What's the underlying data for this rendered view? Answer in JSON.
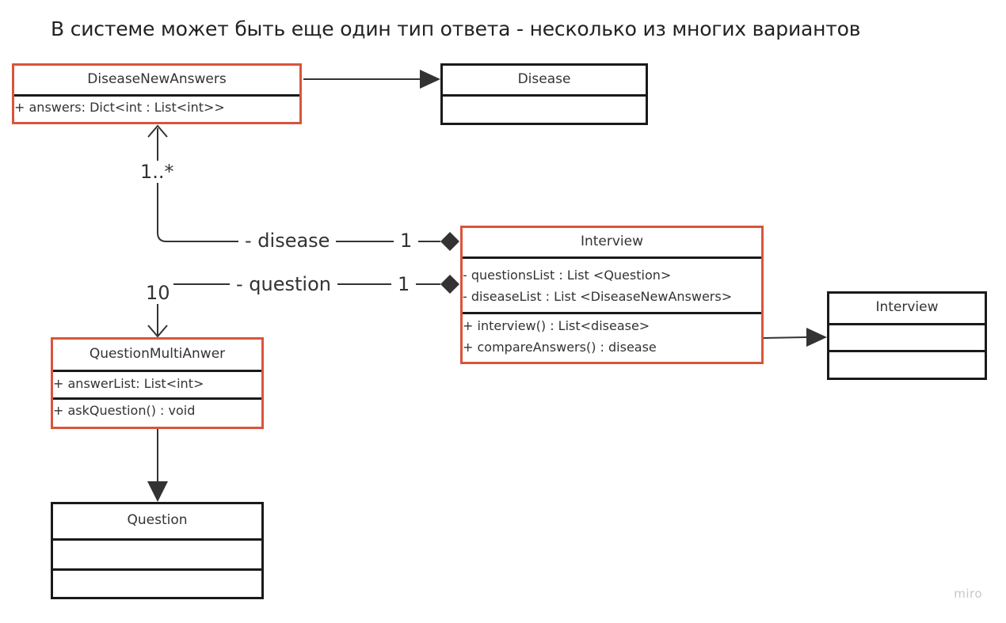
{
  "title": "В системе может быть еще один тип ответа - несколько из многих вариантов",
  "classes": {
    "disease_new_answers": {
      "name": "DiseaseNewAnswers",
      "attributes": [
        "+ answers: Dict<int : List<int>>"
      ]
    },
    "disease": {
      "name": "Disease"
    },
    "interview_main": {
      "name": "Interview",
      "attributes": [
        "- questionsList : List <Question>",
        "- diseaseList : List <DiseaseNewAnswers>"
      ],
      "methods": [
        "+ interview() : List<disease>",
        "+ compareAnswers() : disease"
      ]
    },
    "interview_right": {
      "name": "Interview"
    },
    "question_multi": {
      "name": "QuestionMultiAnwer",
      "attributes": [
        "+ answerList: List<int>"
      ],
      "methods": [
        "+ askQuestion() : void"
      ]
    },
    "question": {
      "name": "Question"
    }
  },
  "edges": {
    "disease_role": "- disease",
    "disease_mult_source": "1..*",
    "disease_mult_target": "1",
    "question_role": "- question",
    "question_mult_source": "10",
    "question_mult_target": "1"
  },
  "colors": {
    "highlight_border": "#d9553b",
    "line": "#1a1a1a",
    "edge": "#333333"
  },
  "watermark": "miro"
}
